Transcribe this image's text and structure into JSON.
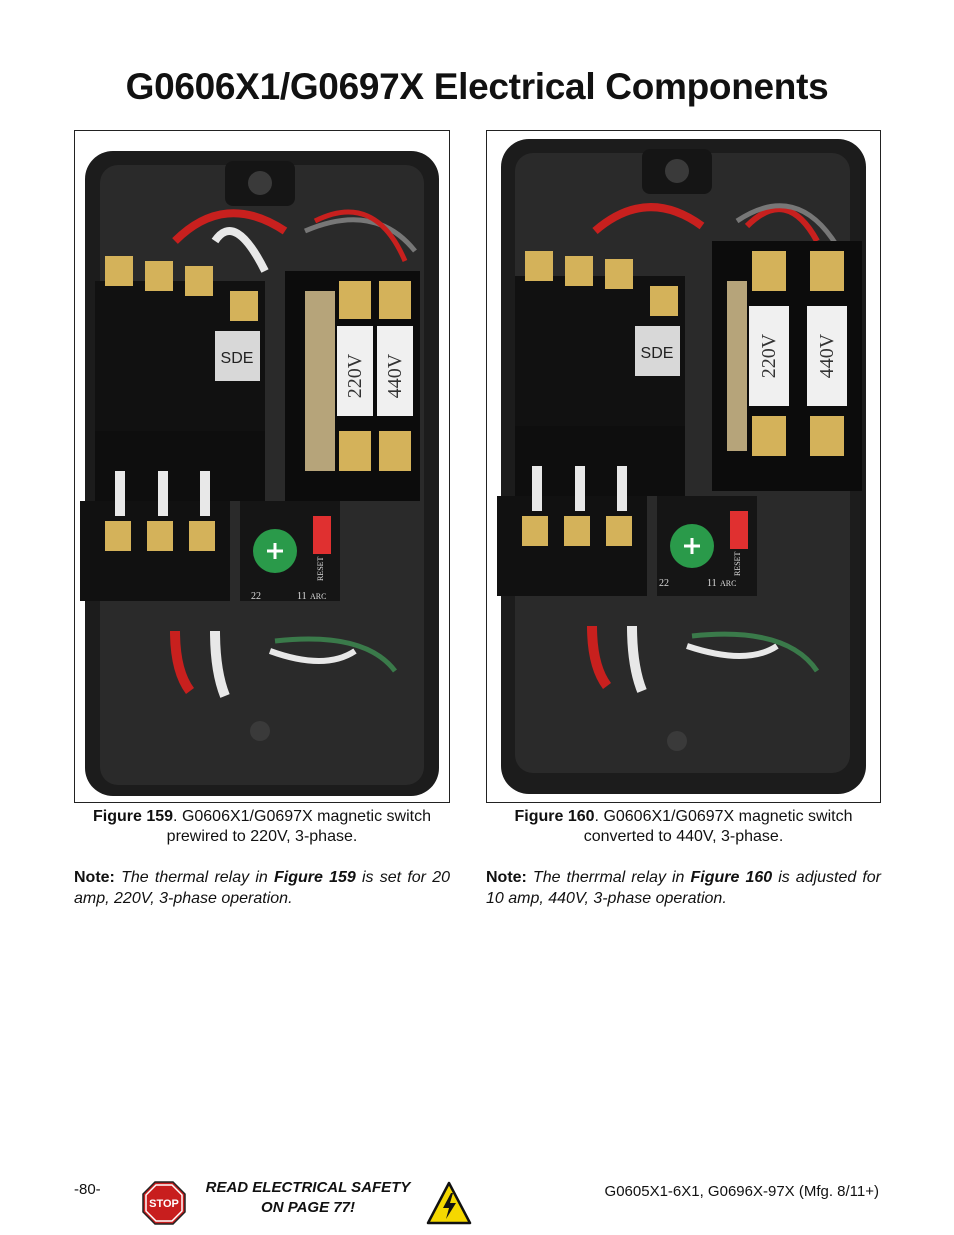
{
  "page": {
    "title": "G0606X1/G0697X Electrical Components"
  },
  "figures": [
    {
      "label": "Figure 159",
      "caption_rest": ". G0606X1/G0697X magnetic switch",
      "caption_line2": "prewired to 220V, 3-phase.",
      "note_label": "Note:",
      "note_pre": " The thermal relay in ",
      "note_fig": "Figure 159",
      "note_post": " is set for 20 amp, 220V, 3-phase operation.",
      "fuse_labels": [
        "220V",
        "440V"
      ],
      "brand": "SDE",
      "dial_labels": [
        "22",
        "11",
        "ARC"
      ],
      "reset_label": "RESET"
    },
    {
      "label": "Figure 160",
      "caption_rest": ". G0606X1/G0697X magnetic switch",
      "caption_line2": "converted to 440V, 3-phase.",
      "note_label": "Note:",
      "note_pre": " The therrmal relay in ",
      "note_fig": "Figure 160",
      "note_post": " is adjusted for 10 amp, 440V, 3-phase operation.",
      "fuse_labels": [
        "220V",
        "440V"
      ],
      "brand": "SDE",
      "dial_labels": [
        "22",
        "11",
        "ARC"
      ],
      "reset_label": "RESET"
    }
  ],
  "footer": {
    "page_number": "-80-",
    "safety_line1": "READ ELECTRICAL SAFETY",
    "safety_line2": "ON PAGE 77!",
    "stop_sign_text": "STOP",
    "model_info": "G0605X1-6X1, G0696X-97X (Mfg. 8/11+)"
  },
  "colors": {
    "enclosure": "#1a1a1a",
    "wire_red": "#c8201e",
    "wire_white": "#e8e8e8",
    "dial_green": "#2a9a4a",
    "reset_red": "#e03030",
    "warn_yellow": "#f5d800",
    "stop_red": "#c81e1e"
  }
}
